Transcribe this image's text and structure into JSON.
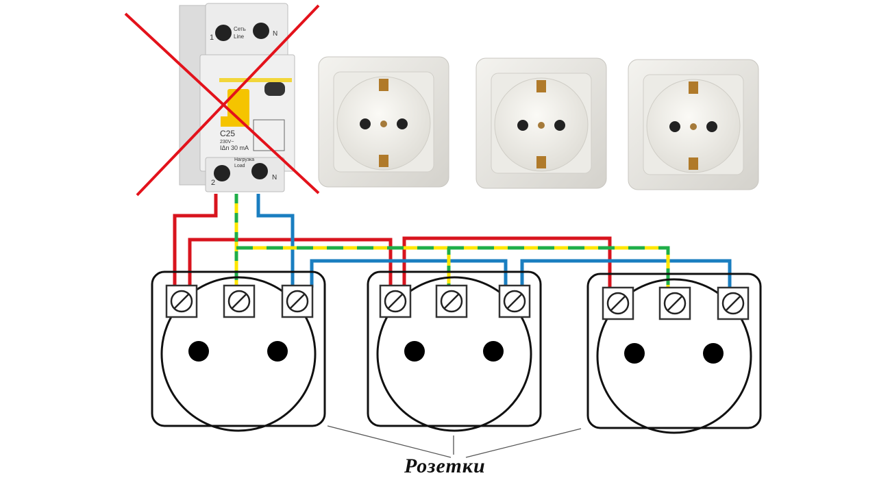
{
  "breaker": {
    "line_label_ru": "Сеть",
    "line_label_en": "Line",
    "load_label_ru": "Нагрузка",
    "load_label_en": "Load",
    "terminal_1": "1",
    "terminal_2": "2",
    "neutral_top": "N",
    "neutral_bottom": "N",
    "rating": "C25",
    "voltage": "230V~",
    "leakage": "IΔn 30 mA",
    "crossed_out": true
  },
  "caption": "Розетки",
  "colors": {
    "phase": "#d8141e",
    "neutral": "#1a7ec0",
    "ground_green": "#1fae48",
    "ground_yellow": "#ffe600",
    "cross": "#e3121b"
  }
}
